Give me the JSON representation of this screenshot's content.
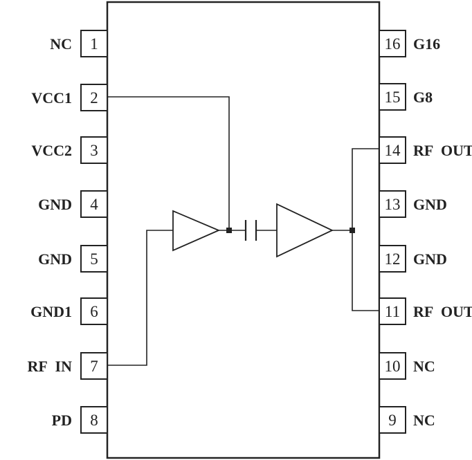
{
  "pins_left": [
    {
      "number": "1",
      "label": "NC"
    },
    {
      "number": "2",
      "label": "VCC1"
    },
    {
      "number": "3",
      "label": "VCC2"
    },
    {
      "number": "4",
      "label": "GND"
    },
    {
      "number": "5",
      "label": "GND"
    },
    {
      "number": "6",
      "label": "GND1"
    },
    {
      "number": "7",
      "label": "RF IN"
    },
    {
      "number": "8",
      "label": "PD"
    }
  ],
  "pins_right": [
    {
      "number": "16",
      "label": "G16"
    },
    {
      "number": "15",
      "label": "G8"
    },
    {
      "number": "14",
      "label": "RF OUT"
    },
    {
      "number": "13",
      "label": "GND"
    },
    {
      "number": "12",
      "label": "GND"
    },
    {
      "number": "11",
      "label": "RF OUT"
    },
    {
      "number": "10",
      "label": "NC"
    },
    {
      "number": "9",
      "label": "NC"
    }
  ]
}
